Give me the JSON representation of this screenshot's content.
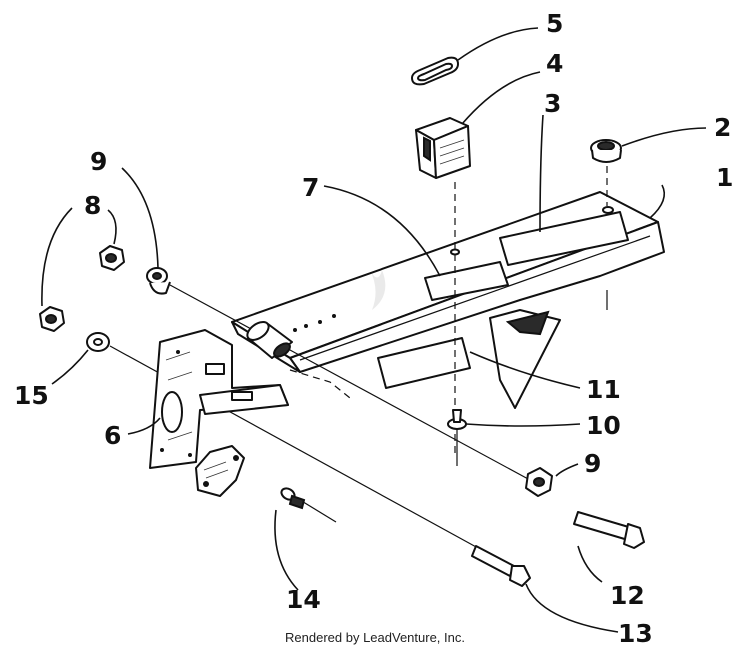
{
  "callouts": [
    "1",
    "2",
    "3",
    "4",
    "5",
    "6",
    "7",
    "8",
    "9",
    "9",
    "10",
    "11",
    "12",
    "13",
    "14",
    "15"
  ],
  "footer": "Rendered by LeadVenture, Inc."
}
